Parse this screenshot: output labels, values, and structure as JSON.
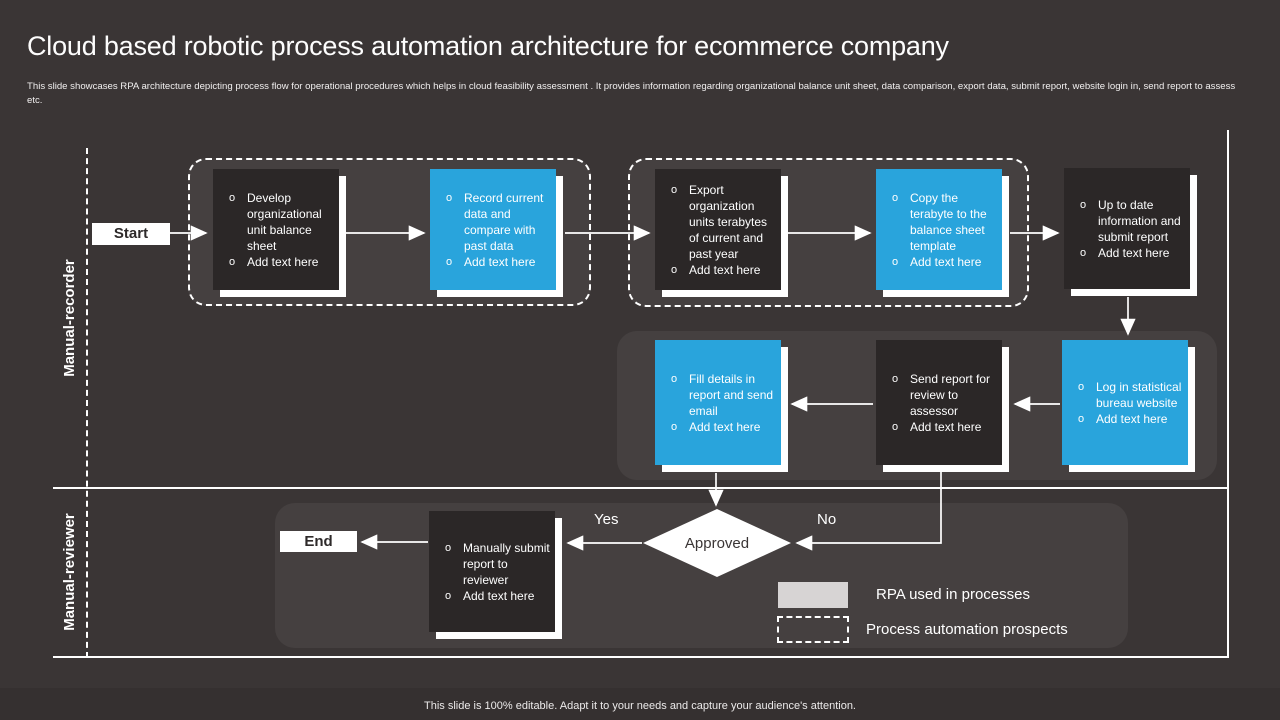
{
  "slide": {
    "title": "Cloud based robotic process automation architecture for ecommerce company",
    "description": "This slide showcases RPA architecture depicting process flow for operational procedures which helps in cloud feasibility assessment . It provides information regarding organizational balance unit sheet, data comparison, export data, submit report, website login in, send report to assess etc.",
    "footer": "This slide is 100% editable.  Adapt it to your needs and capture your audience's attention."
  },
  "lanes": {
    "recorder": "Manual-recorder",
    "reviewer": "Manual-reviewer"
  },
  "terminals": {
    "start": "Start",
    "end": "End"
  },
  "nodes": [
    {
      "id": "develop-unit-balance-sheet",
      "style": "dark",
      "bullets": [
        "Develop organizational unit balance sheet",
        "Add text here"
      ]
    },
    {
      "id": "record-current-data",
      "style": "blue",
      "bullets": [
        "Record current data and compare with past data",
        "Add text here"
      ]
    },
    {
      "id": "export-organization-units",
      "style": "dark",
      "bullets": [
        "Export organization units terabytes of current and past year",
        "Add text here"
      ]
    },
    {
      "id": "copy-terabyte",
      "style": "blue",
      "bullets": [
        "Copy the terabyte to the balance sheet template",
        "Add text here"
      ]
    },
    {
      "id": "up-to-date-report",
      "style": "dark",
      "bullets": [
        "Up to date information and submit report",
        "Add text here"
      ]
    },
    {
      "id": "log-in-statistical-bureau",
      "style": "blue",
      "bullets": [
        "Log in statistical bureau website",
        "Add text here"
      ]
    },
    {
      "id": "send-report-for-review",
      "style": "dark",
      "bullets": [
        "Send report for review to assessor",
        "Add text here"
      ]
    },
    {
      "id": "fill-details-send-email",
      "style": "blue",
      "bullets": [
        "Fill details in report and send email",
        "Add text here"
      ]
    },
    {
      "id": "manually-submit-report",
      "style": "dark",
      "bullets": [
        "Manually submit report to reviewer",
        "Add text here"
      ]
    }
  ],
  "decision": {
    "label": "Approved",
    "yes_label": "Yes",
    "no_label": "No"
  },
  "legend": {
    "items": [
      {
        "swatch": "filled",
        "label": "RPA used in processes"
      },
      {
        "swatch": "dashed",
        "label": "Process automation prospects"
      }
    ]
  },
  "colors": {
    "background": "#3A3535",
    "group_fill": "#454040",
    "dark_box": "#2B2727",
    "blue_box": "#29A4DC",
    "shadow_white": "#FFFFFF",
    "legend_swatch": "#D7D4D4",
    "footer_bar": "#353030"
  }
}
